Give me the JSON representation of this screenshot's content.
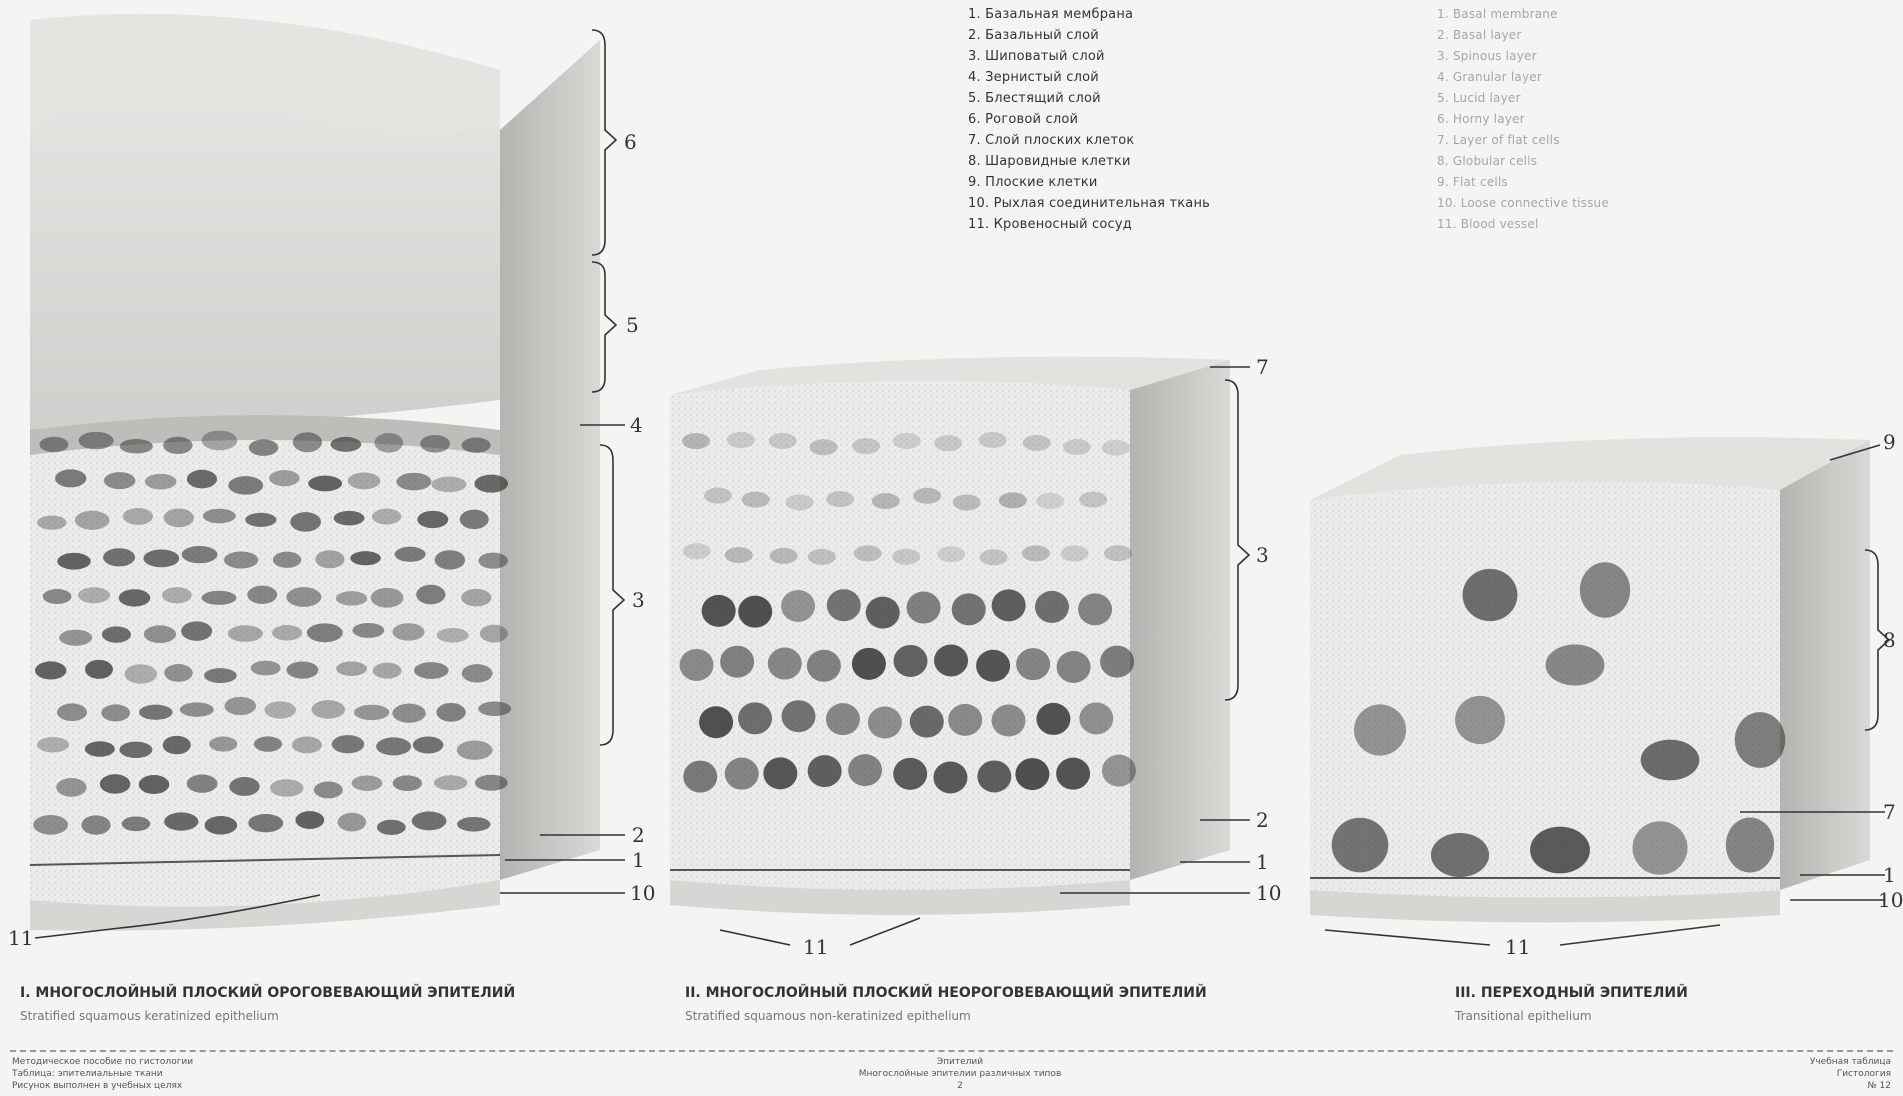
{
  "legend_left": [
    "1. Базальная мембрана",
    "2. Базальный слой",
    "3. Шиповатый слой",
    "4. Зернистый слой",
    "5. Блестящий слой",
    "6. Роговой слой",
    "7. Слой плоских клеток",
    "8. Шаровидные клетки",
    "9. Плоские клетки",
    "10. Рыхлая соединительная ткань",
    "11. Кровеносный сосуд"
  ],
  "legend_right": [
    "1. Basal membrane",
    "2. Basal layer",
    "3. Spinous layer",
    "4. Granular layer",
    "5. Lucid layer",
    "6. Horny layer",
    "7. Layer of flat cells",
    "8. Globular cells",
    "9. Flat cells",
    "10. Loose connective tissue",
    "11. Blood vessel"
  ],
  "callouts": {
    "b1": [
      "6",
      "5",
      "4",
      "3",
      "2",
      "1",
      "10",
      "11"
    ],
    "b2": [
      "7",
      "3",
      "2",
      "1",
      "10",
      "11"
    ],
    "b3": [
      "9",
      "8",
      "7",
      "1",
      "10",
      "11"
    ]
  },
  "captions": [
    {
      "title": "I. МНОГОСЛОЙНЫЙ ПЛОСКИЙ ОРОГОВЕВАЮЩИЙ ЭПИТЕЛИЙ",
      "sub": "Stratified squamous keratinized epithelium"
    },
    {
      "title": "II. МНОГОСЛОЙНЫЙ ПЛОСКИЙ НЕОРОГОВЕВАЮЩИЙ ЭПИТЕЛИЙ",
      "sub": "Stratified squamous non-keratinized epithelium"
    },
    {
      "title": "III. ПЕРЕХОДНЫЙ ЭПИТЕЛИЙ",
      "sub": "Transitional epithelium"
    }
  ],
  "footer": {
    "left": [
      "Методическое пособие по гистологии",
      "Таблица: эпителиальные ткани",
      "Рисунок выполнен в учебных целях"
    ],
    "center": [
      "Эпителий",
      "Многослойные эпителии различных типов",
      "2"
    ],
    "right": [
      "Учебная таблица",
      "Гистология",
      "№ 12"
    ]
  },
  "colors": {
    "background": "#f4f4f2",
    "nucleus": "#3c3c3c",
    "shading": "#9a9a9a"
  }
}
